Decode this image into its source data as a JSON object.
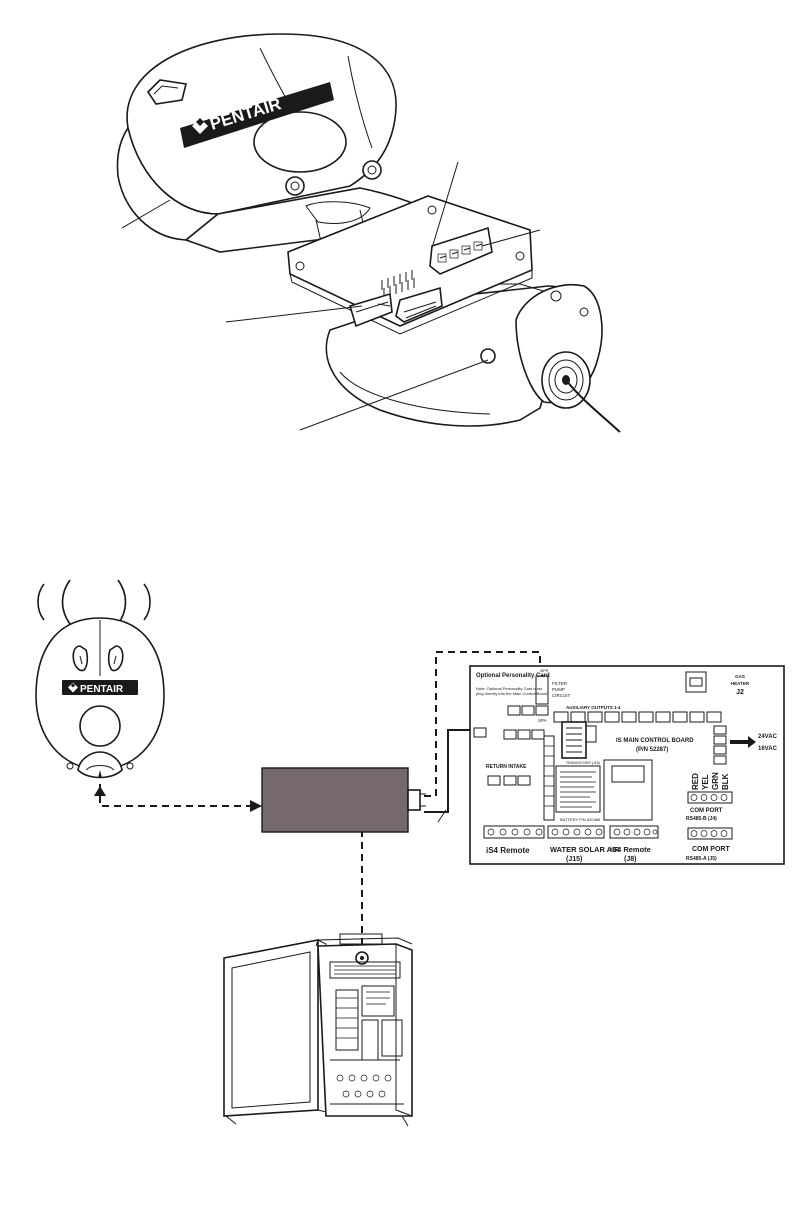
{
  "transceiver": {
    "brand": "PENTAIR"
  },
  "remote": {
    "brand": "PENTAIR"
  },
  "board": {
    "optional_card": "Optional Personality Card",
    "optional_note_1": "Note: Optional Personality Card must",
    "optional_note_2": "plug directly into the Main Control Board.",
    "spa": "SPA",
    "filter_pump_1": "FILTER",
    "filter_pump_2": "PUMP",
    "filter_pump_3": "CIRCUIT",
    "aux_outputs": "AUXILIARY OUTPUTS 1-4",
    "gas_heater_1": "GAS",
    "gas_heater_2": "HEATER",
    "gas_heater_3": "J2",
    "main_control_board": "IS MAIN CONTROL BOARD",
    "part_number": "(P/N 52287)",
    "return_intake": "RETURN INTAKE",
    "battery": "BATTERY P/N 520489",
    "vac_24": "24VAC",
    "vac_16": "16VAC",
    "red": "RED",
    "yel": "YEL",
    "grn": "GRN",
    "blk": "BLK",
    "com_port_b": "COM PORT",
    "rs485_b": "RS485-B (J4)",
    "com_port_a": "COM PORT",
    "rs485_a": "RS485-A (J5)",
    "is4_remote_left": "iS4 Remote",
    "water_solar_air": "WATER SOLAR AIR",
    "j15": "(J15)",
    "is4_remote_right": "iS4 Remote",
    "j8": "(J8)"
  }
}
